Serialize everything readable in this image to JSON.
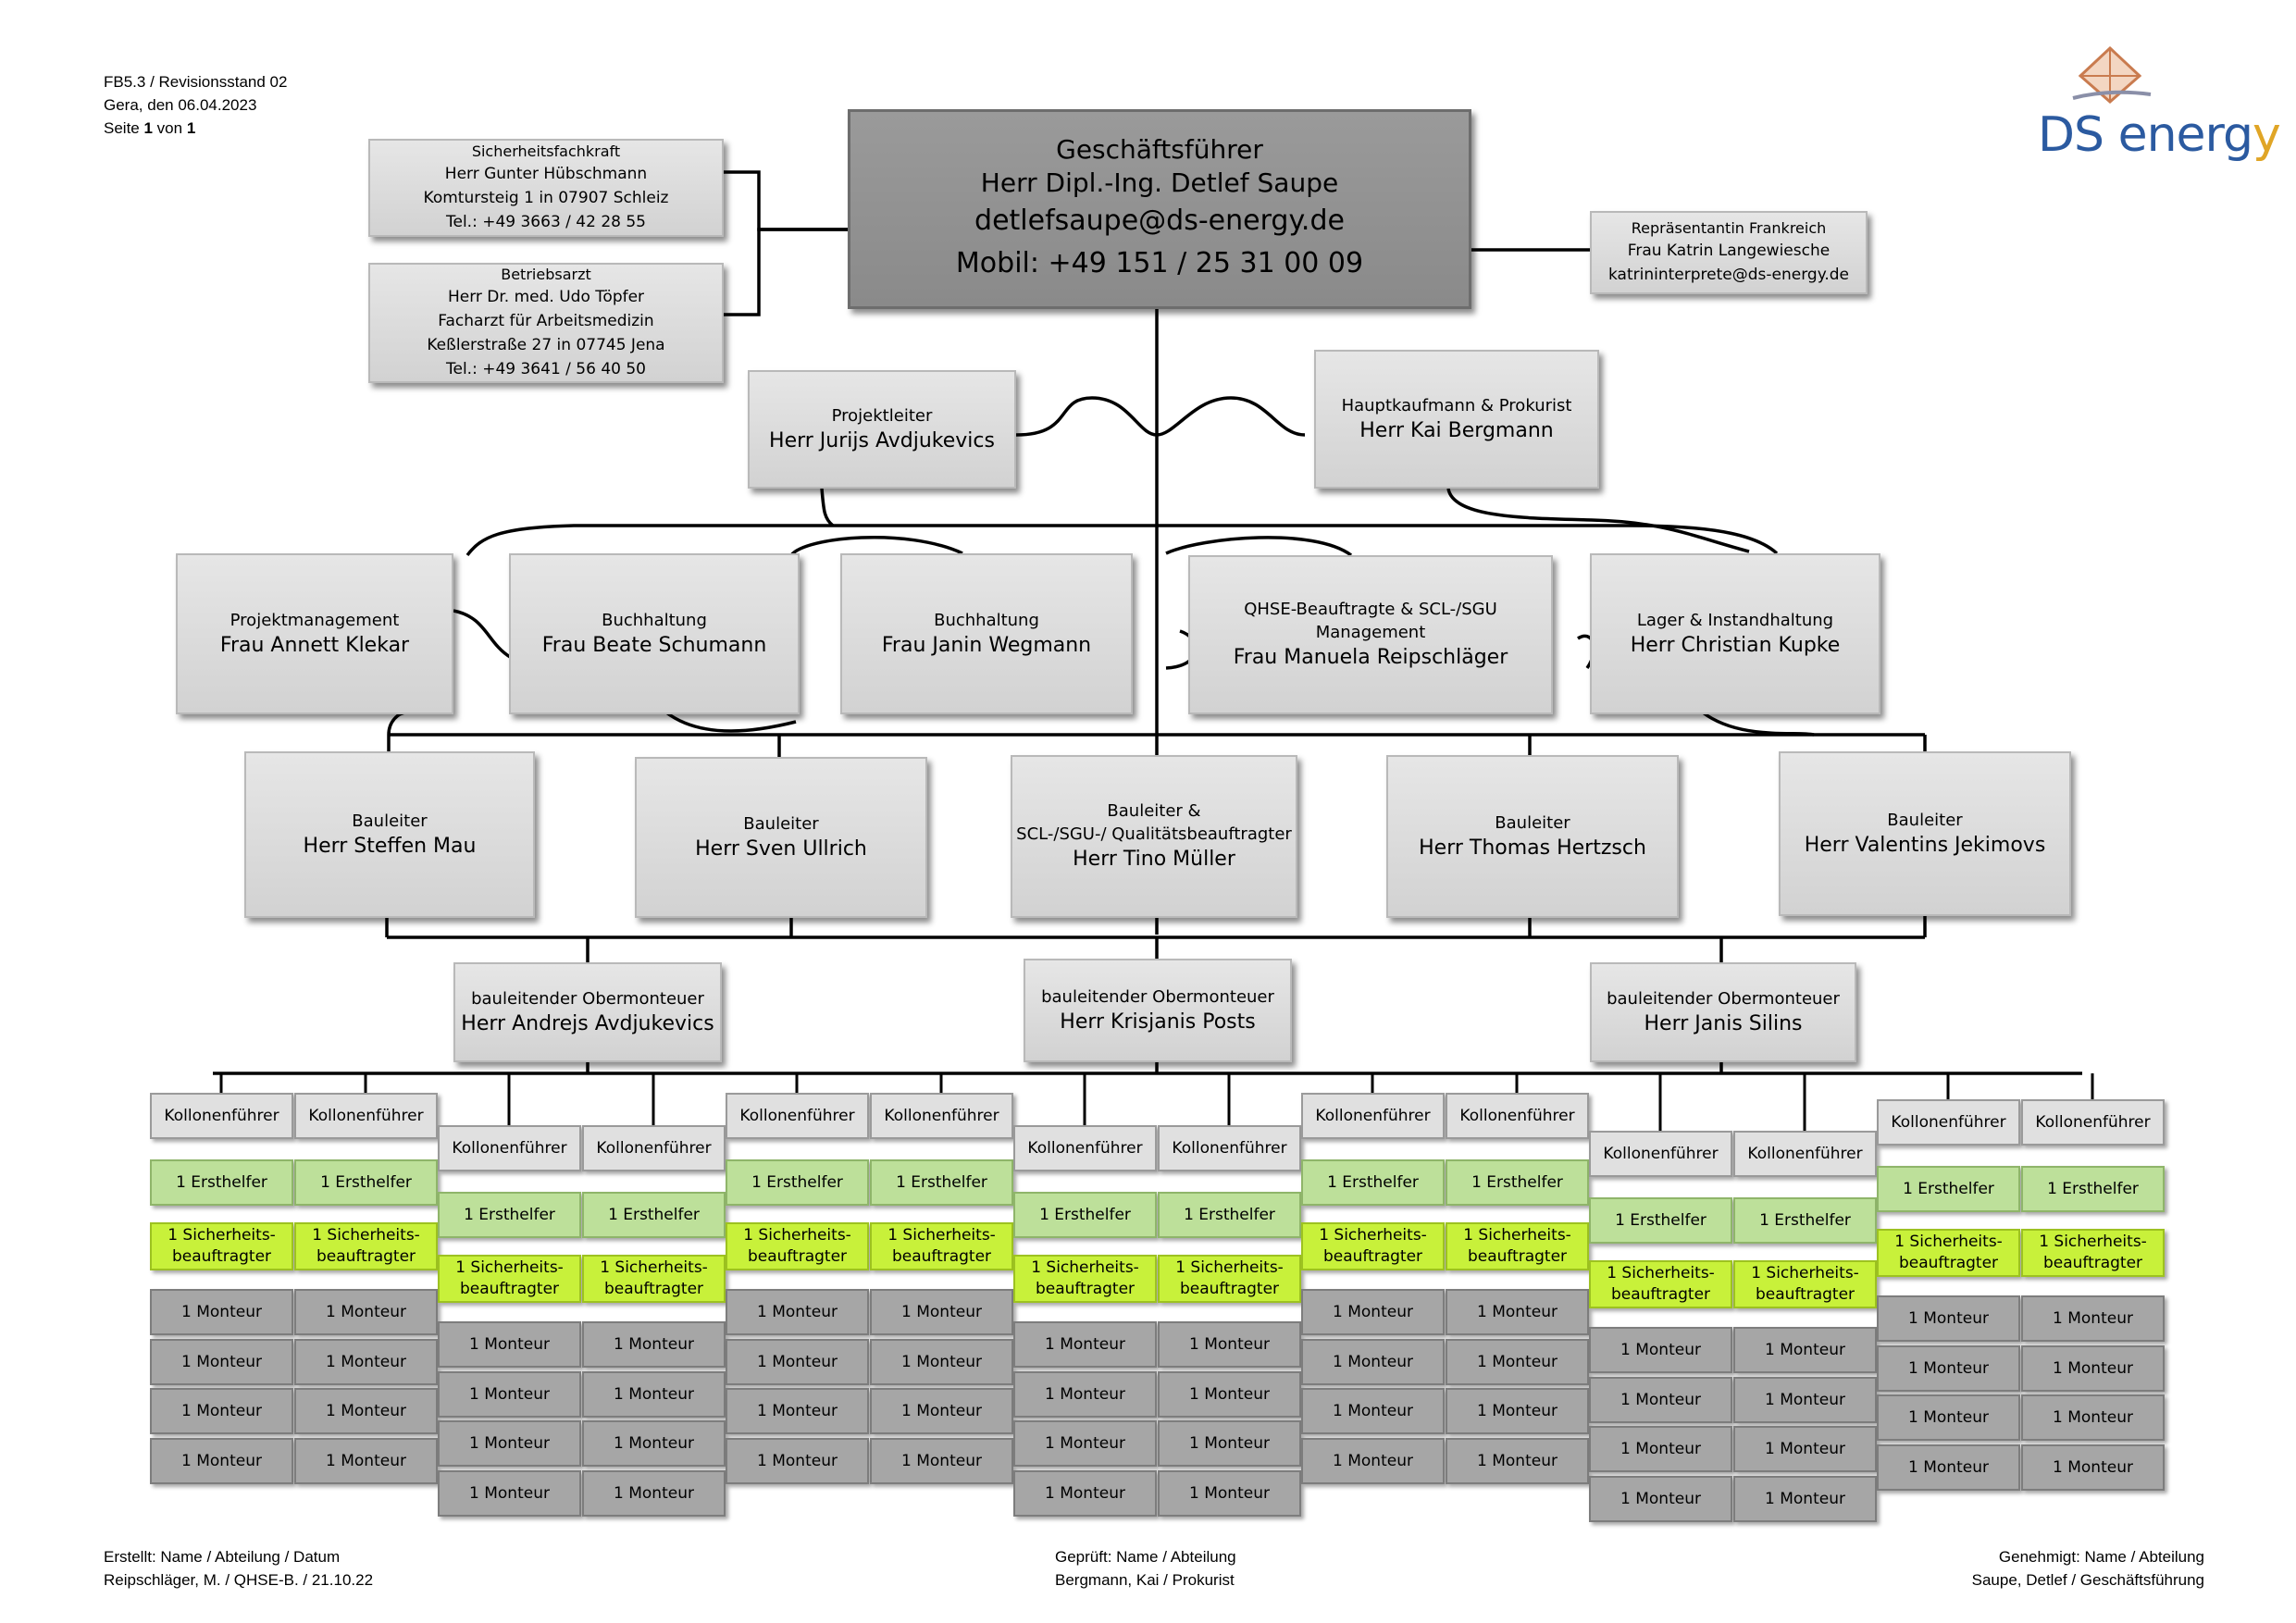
{
  "header": {
    "doc_id": "FB5.3 / Revisionsstand 02",
    "date_line": "Gera, den 06.04.2023",
    "page_prefix": "Seite ",
    "page_num": "1",
    "page_mid": " von ",
    "page_total": "1"
  },
  "logo": {
    "ds": "DS ",
    "energ": "energ",
    "y": "y",
    "brand_blue": "#2b5aa0",
    "brand_orange": "#e0a526"
  },
  "ceo": {
    "title": "Geschäftsführer",
    "name": "Herr Dipl.-Ing. Detlef Saupe",
    "email": "detlefsaupe@ds-energy.de",
    "mobile": "Mobil: +49 151 / 25 31 00 09"
  },
  "safety": {
    "title": "Sicherheitsfachkraft",
    "name": "Herr Gunter Hübschmann",
    "address": "Komtursteig 1 in 07907 Schleiz",
    "phone": "Tel.: +49 3663 / 42 28 55"
  },
  "doctor": {
    "title": "Betriebsarzt",
    "name": "Herr Dr. med. Udo Töpfer",
    "specialty": "Facharzt für Arbeitsmedizin",
    "address": "Keßlerstraße 27 in 07745 Jena",
    "phone": "Tel.: +49 3641 / 56 40 50"
  },
  "france": {
    "title": "Repräsentantin Frankreich",
    "name": "Frau Katrin Langewiesche",
    "email": "katrininterprete@ds-energy.de"
  },
  "level2": [
    {
      "title": "Projektleiter",
      "name": "Herr Jurijs Avdjukevics"
    },
    {
      "title": "Hauptkaufmann & Prokurist",
      "name": "Herr Kai Bergmann"
    }
  ],
  "level3": [
    {
      "title": "Projektmanagement",
      "name": "Frau Annett Klekar"
    },
    {
      "title": "Buchhaltung",
      "name": "Frau Beate Schumann"
    },
    {
      "title": "Buchhaltung",
      "name": "Frau Janin Wegmann"
    },
    {
      "title": "QHSE-Beauftragte & SCL-/SGU Management",
      "name": "Frau Manuela Reipschläger"
    },
    {
      "title": "Lager & Instandhaltung",
      "name": "Herr Christian Kupke"
    }
  ],
  "level4": [
    {
      "title": "Bauleiter",
      "title2": "",
      "name": "Herr Steffen Mau"
    },
    {
      "title": "Bauleiter",
      "title2": "",
      "name": "Herr Sven Ullrich"
    },
    {
      "title": "Bauleiter &",
      "title2": "SCL-/SGU-/ Qualitätsbeauftragter",
      "name": "Herr Tino Müller"
    },
    {
      "title": "Bauleiter",
      "title2": "",
      "name": "Herr Thomas Hertzsch"
    },
    {
      "title": "Bauleiter",
      "title2": "",
      "name": "Herr Valentins Jekimovs"
    }
  ],
  "level5": [
    {
      "title": "bauleitender Obermonteuer",
      "name": "Herr Andrejs Avdjukevics"
    },
    {
      "title": "bauleitender Obermonteuer",
      "name": "Herr Krisjanis Posts"
    },
    {
      "title": "bauleitender Obermonteuer",
      "name": "Herr Janis Silins"
    }
  ],
  "crew": {
    "kolonnenfuehrer": "Kollonenführer",
    "ersthelfer": "1 Ersthelfer",
    "sicherheit_1": "1 Sicherheits-",
    "sicherheit_2": "beauftragter",
    "monteur": "1 Monteur"
  },
  "colors": {
    "ceo_fill": "#8f8f8f",
    "box_fill": "#dcdcdc",
    "ersthelfer_fill": "#bde09a",
    "sicherheit_fill": "#c8f13a",
    "monteur_fill": "#a6a6a6"
  },
  "footer": {
    "created_label": "Erstellt: Name / Abteilung / Datum",
    "created_value": "Reipschläger, M. / QHSE-B. / 21.10.22",
    "checked_label": "Geprüft: Name / Abteilung",
    "checked_value": "Bergmann, Kai / Prokurist",
    "approved_label": "Genehmigt: Name / Abteilung",
    "approved_value": "Saupe, Detlef / Geschäftsführung"
  }
}
